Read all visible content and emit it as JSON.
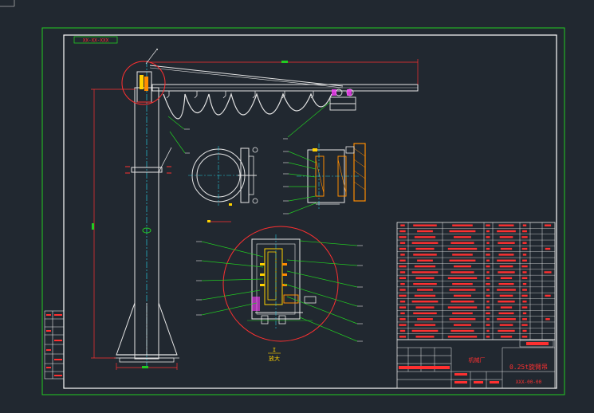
{
  "drawing": {
    "code_tag": "XX-XX-XXX",
    "title_name": "0.25t旋臂吊",
    "drawing_no": "XXX-00-00",
    "company_cell": "机械厂",
    "section_label": "I",
    "section_scale": "放大"
  },
  "colors": {
    "background": "#212830",
    "frame": "#22cc22",
    "line": "#e6e6e6",
    "red": "#ff3030",
    "cyan": "#26c6da",
    "orange": "#ff8c00",
    "magenta": "#ff40ff",
    "yellow": "#ffd200"
  },
  "bom_rows": 19,
  "icons": [
    "balloon-callout-icon",
    "circular-detail-view-icon",
    "spiral-cable-icon",
    "trolley-hoist-icon"
  ]
}
